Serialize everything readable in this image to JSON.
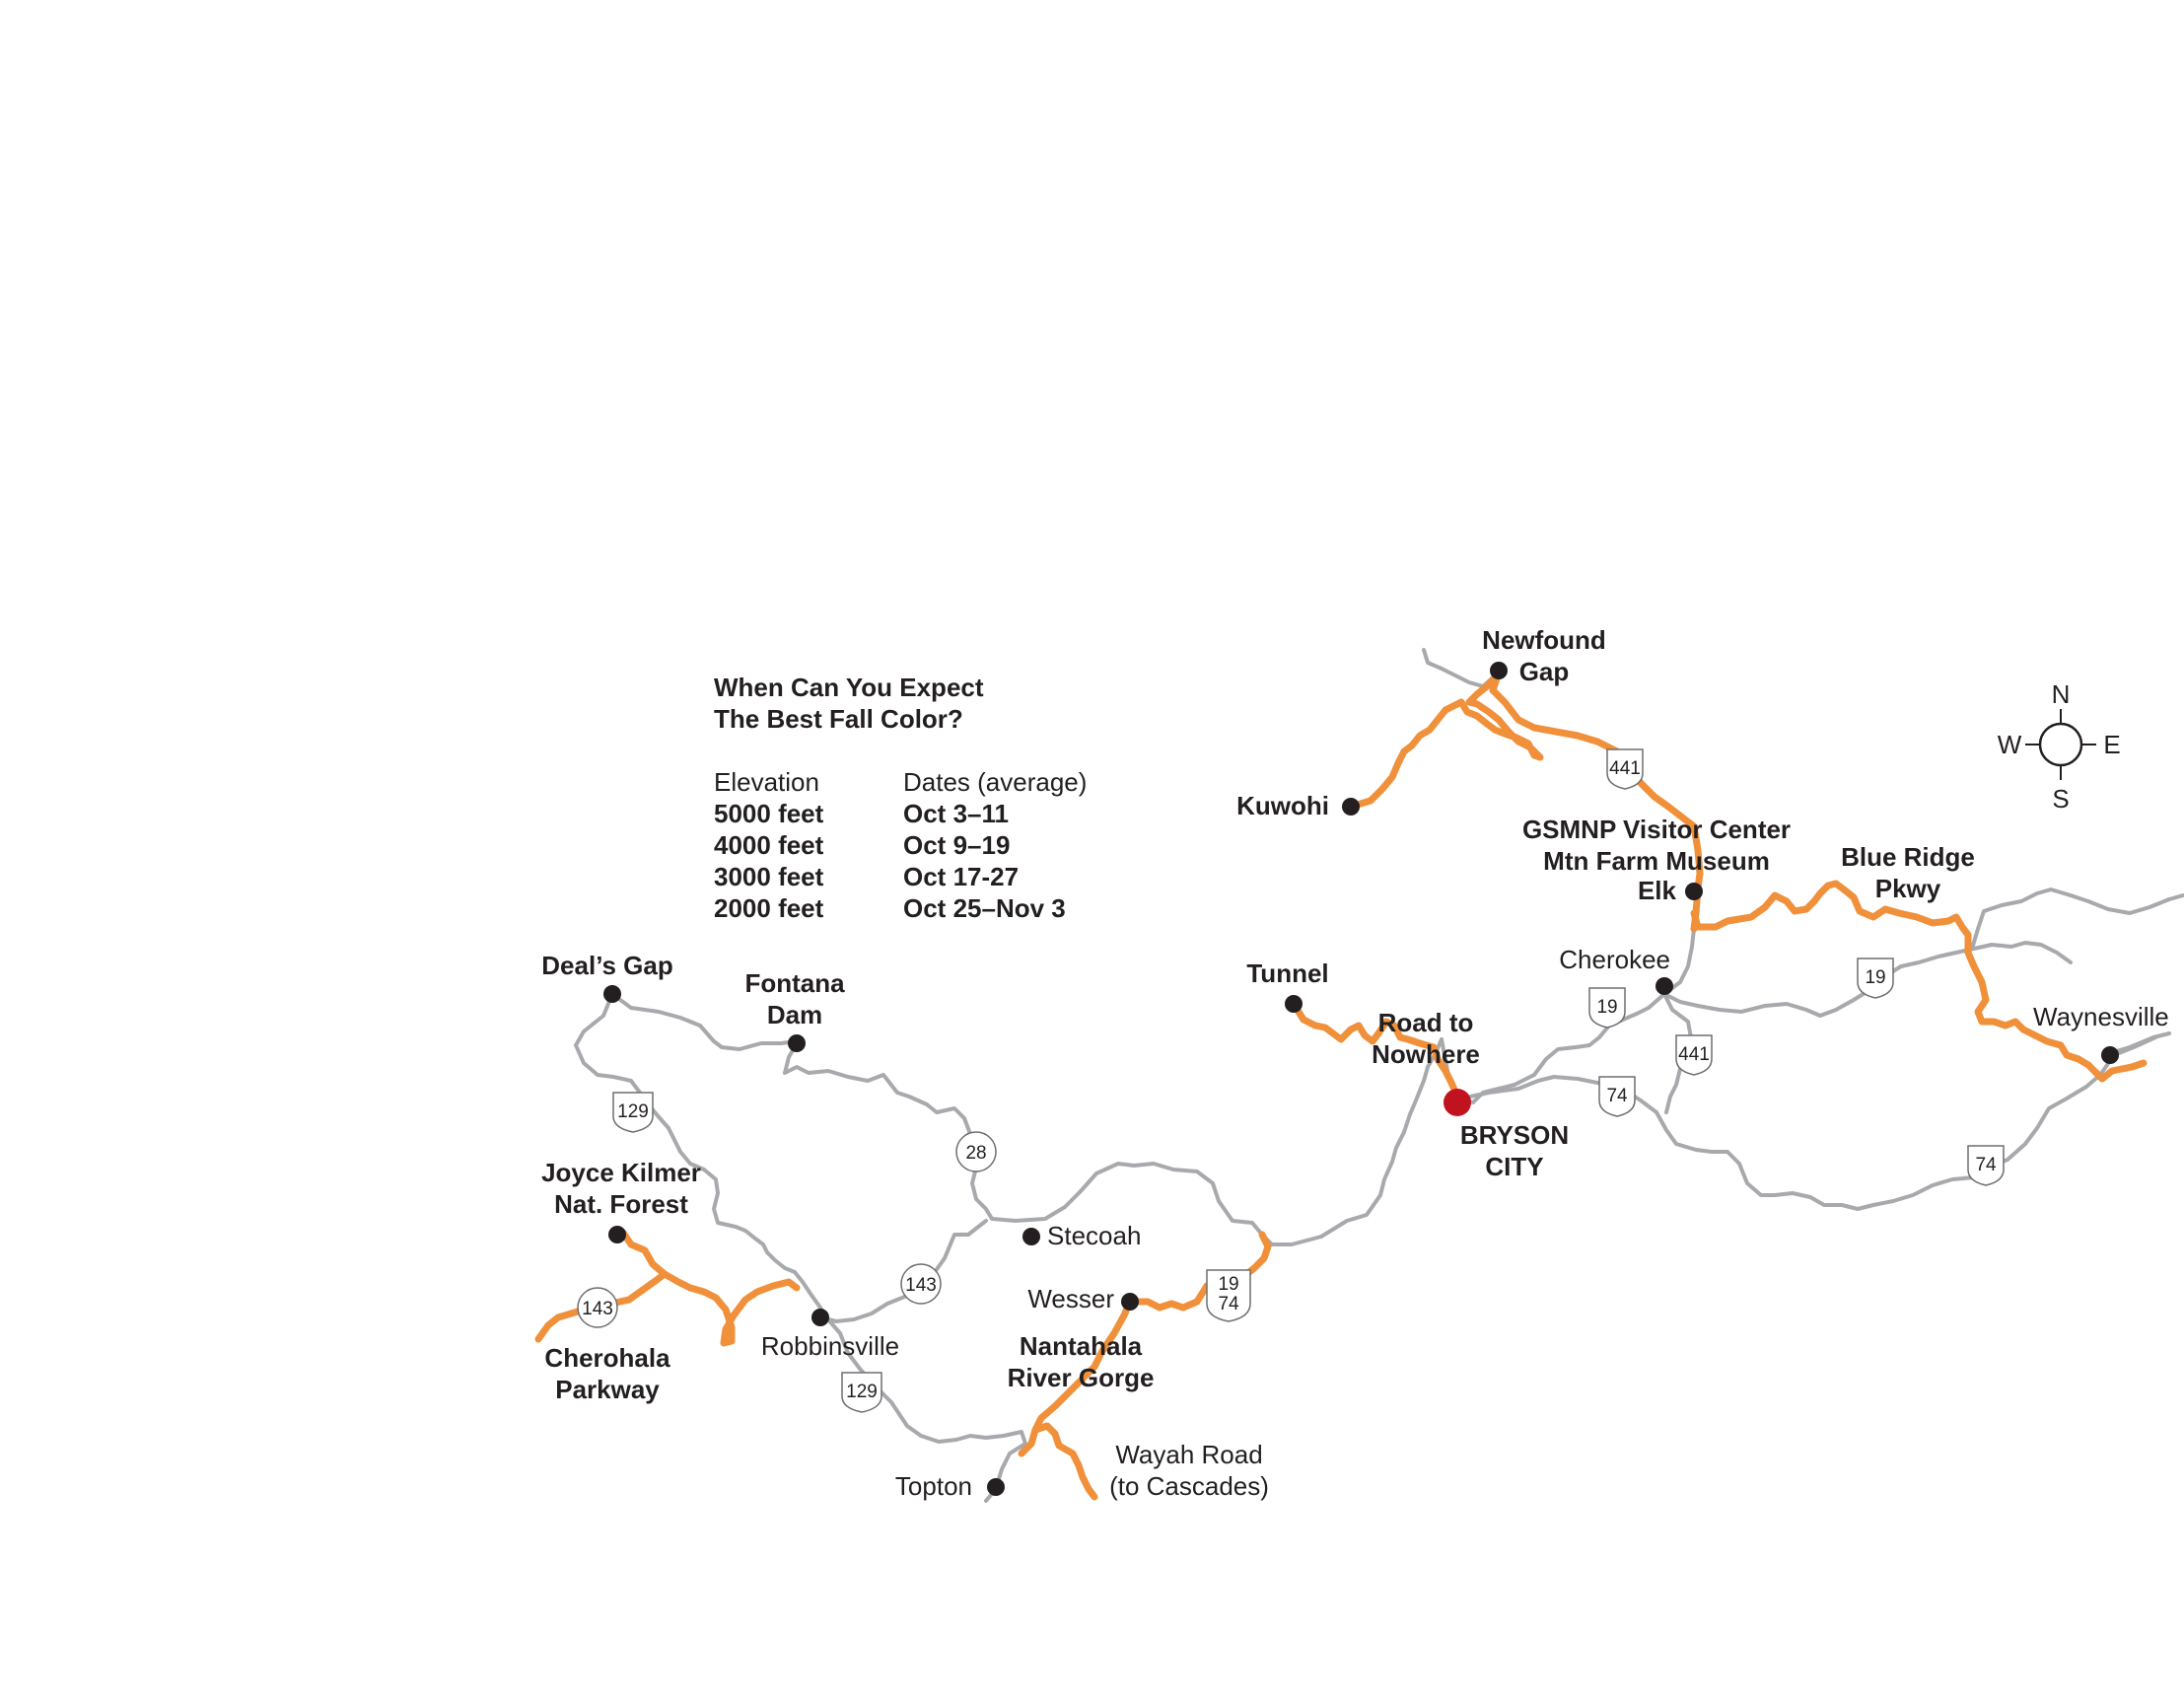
{
  "legend": {
    "title_line1": "When Can You Expect",
    "title_line2": "The Best Fall Color?",
    "col1_header": "Elevation",
    "col2_header": "Dates (average)",
    "rows": [
      {
        "elevation": "5000 feet",
        "dates": "Oct 3–11"
      },
      {
        "elevation": "4000 feet",
        "dates": "Oct 9–19"
      },
      {
        "elevation": "3000 feet",
        "dates": "Oct 17-27"
      },
      {
        "elevation": "2000 feet",
        "dates": "Oct 25–Nov 3"
      }
    ]
  },
  "compass": {
    "n": "N",
    "s": "S",
    "e": "E",
    "w": "W"
  },
  "places": {
    "newfound_gap": [
      "Newfound",
      "Gap"
    ],
    "kuwohi": "Kuwohi",
    "gsmnp": [
      "GSMNP Visitor Center",
      "Mtn Farm Museum",
      "Elk"
    ],
    "blue_ridge": [
      "Blue Ridge",
      "Pkwy"
    ],
    "cherokee": "Cherokee",
    "waynesville": "Waynesville",
    "tunnel": "Tunnel",
    "road_to_nowhere": [
      "Road to",
      "Nowhere"
    ],
    "bryson_city": [
      "BRYSON",
      "CITY"
    ],
    "deals_gap": "Deal’s Gap",
    "fontana_dam": [
      "Fontana",
      "Dam"
    ],
    "joyce_kilmer": [
      "Joyce Kilmer",
      "Nat. Forest"
    ],
    "stecoah": "Stecoah",
    "wesser": "Wesser",
    "robbinsville": "Robbinsville",
    "cherohala": [
      "Cherohala",
      "Parkway"
    ],
    "nantahala": [
      "Nantahala",
      "River Gorge"
    ],
    "topton": "Topton",
    "wayah": [
      "Wayah Road",
      "(to Cascades)"
    ]
  },
  "shields": {
    "us441_a": "441",
    "us441_b": "441",
    "us19_a": "19",
    "us19_b": "19",
    "us74_a": "74",
    "us74_b": "74",
    "us129_a": "129",
    "us129_b": "129",
    "nc28": "28",
    "nc143_a": "143",
    "nc143_b": "143",
    "us19_74_top": "19",
    "us19_74_bottom": "74"
  },
  "colors": {
    "scenic_route": "#f0903a",
    "road": "#a7a9ac",
    "town_marker": "#231f20",
    "bryson_city_marker": "#c1121f"
  }
}
